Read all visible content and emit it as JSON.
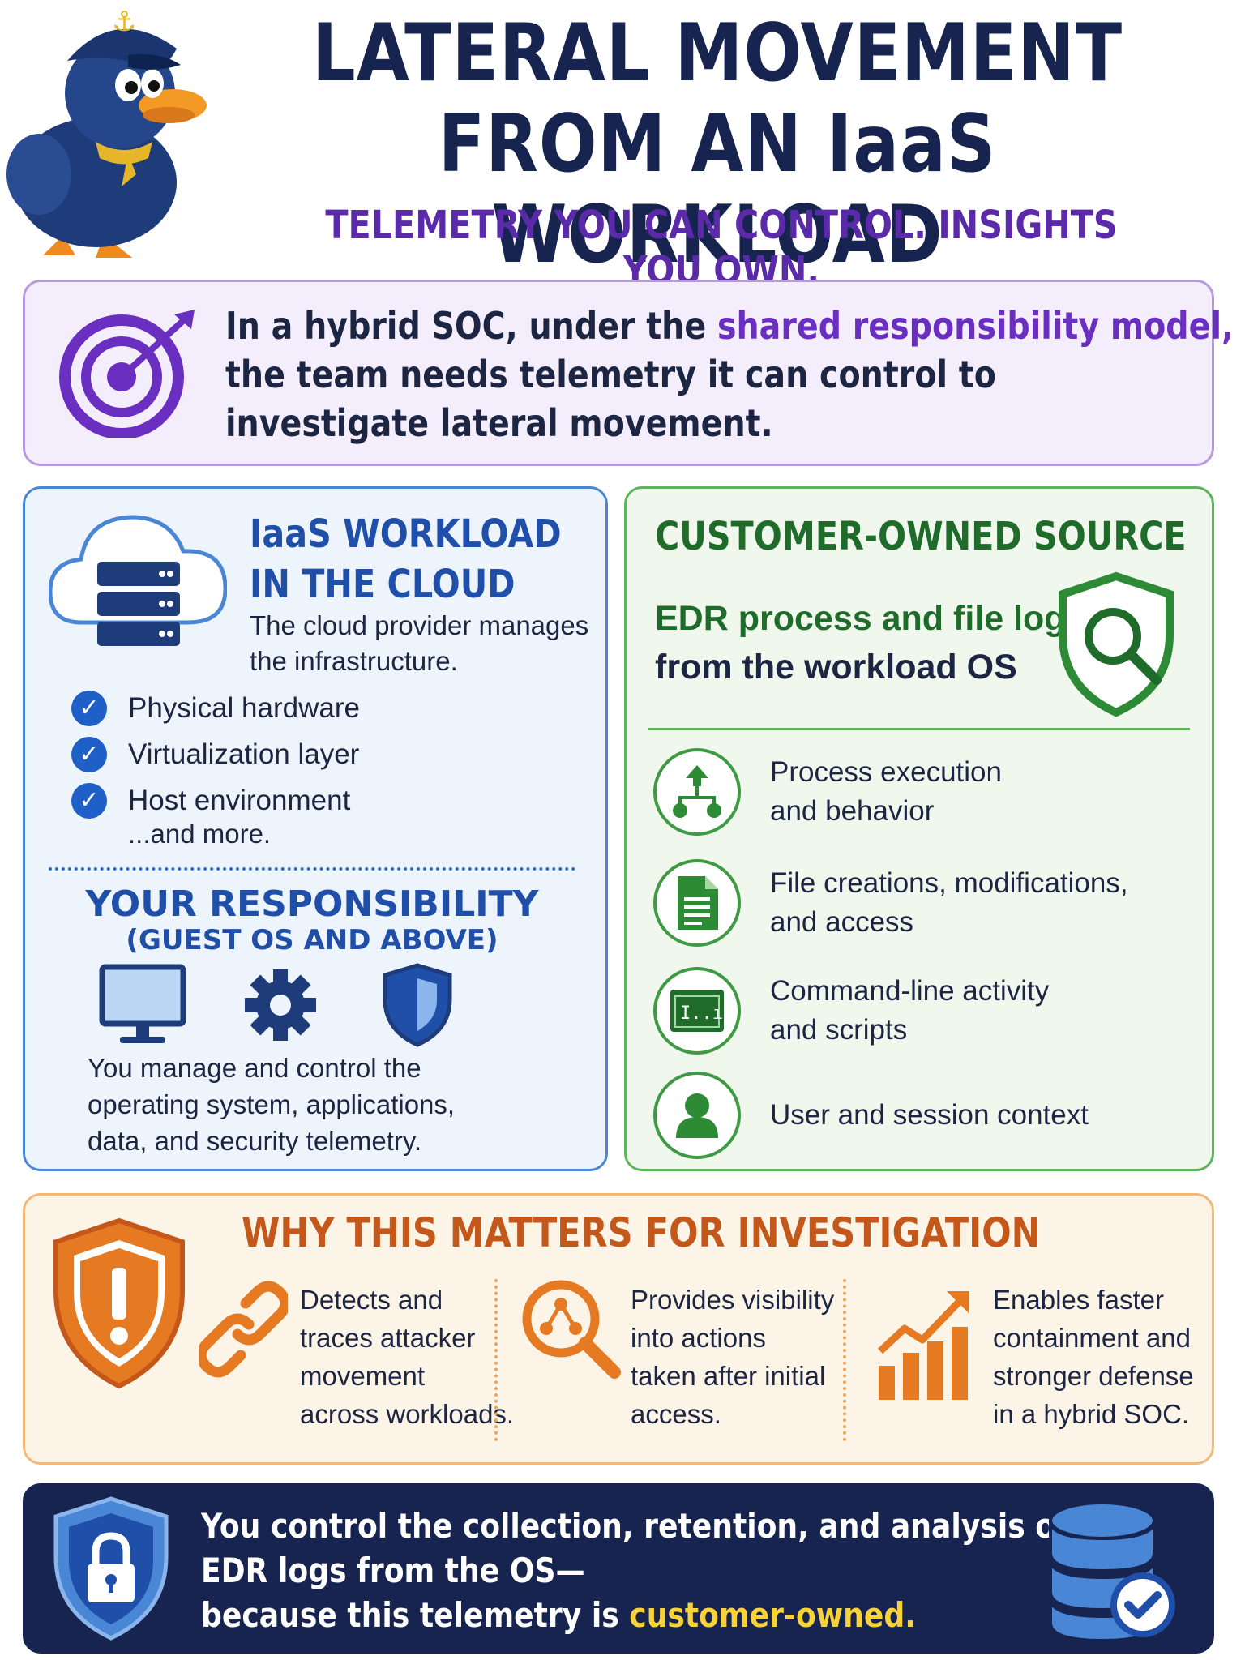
{
  "header": {
    "title_line1": "LATERAL MOVEMENT",
    "title_line2": "FROM AN IaaS WORKLOAD",
    "subtitle": "TELEMETRY YOU CAN CONTROL. INSIGHTS YOU OWN."
  },
  "intro": {
    "text_part1": "In a hybrid SOC, under the ",
    "highlight": "shared responsibility model,",
    "text_line2": "the team needs telemetry it can control to",
    "text_line3": "investigate lateral movement."
  },
  "iaas": {
    "title_line1": "IaaS WORKLOAD",
    "title_line2": "IN THE CLOUD",
    "desc_line1": "The cloud provider manages",
    "desc_line2": "the infrastructure.",
    "items": [
      {
        "label": "Physical hardware"
      },
      {
        "label": "Virtualization layer"
      },
      {
        "label": "Host environment"
      }
    ],
    "and_more": "...and more.",
    "responsibility_title": "YOUR RESPONSIBILITY",
    "responsibility_sub": "(GUEST OS AND ABOVE)",
    "responsibility_desc_line1": "You manage and control the",
    "responsibility_desc_line2": "operating system, applications,",
    "responsibility_desc_line3": "data, and security telemetry."
  },
  "customer": {
    "title": "CUSTOMER-OWNED SOURCE",
    "sub_line1": "EDR process and file logs",
    "sub_line2": "from the workload OS",
    "features": [
      {
        "line1": "Process execution",
        "line2": "and behavior",
        "icon": "hierarchy-icon"
      },
      {
        "line1": "File creations, modifications,",
        "line2": "and access",
        "icon": "document-icon"
      },
      {
        "line1": "Command-line activity",
        "line2": "and scripts",
        "icon": "terminal-icon"
      },
      {
        "line1": "User and session context",
        "line2": "",
        "icon": "user-icon"
      }
    ]
  },
  "why": {
    "title": "WHY THIS MATTERS FOR INVESTIGATION",
    "col1": [
      "Detects and",
      "traces attacker",
      "movement",
      "across workloads."
    ],
    "col2": [
      "Provides visibility",
      "into actions",
      "taken after initial",
      "access."
    ],
    "col3": [
      "Enables faster",
      "containment and",
      "stronger defense",
      "in a hybrid SOC."
    ]
  },
  "footer": {
    "line1": "You control the collection, retention, and analysis of",
    "line2": "EDR logs from the OS—",
    "line3_part1": "because this telemetry is ",
    "line3_highlight": "customer-owned."
  },
  "colors": {
    "navy": "#16244f",
    "purple": "#6a2fc0",
    "blue": "#1f4fa8",
    "green": "#1e6b2a",
    "orange": "#e07020",
    "yellow": "#f7d23a"
  }
}
